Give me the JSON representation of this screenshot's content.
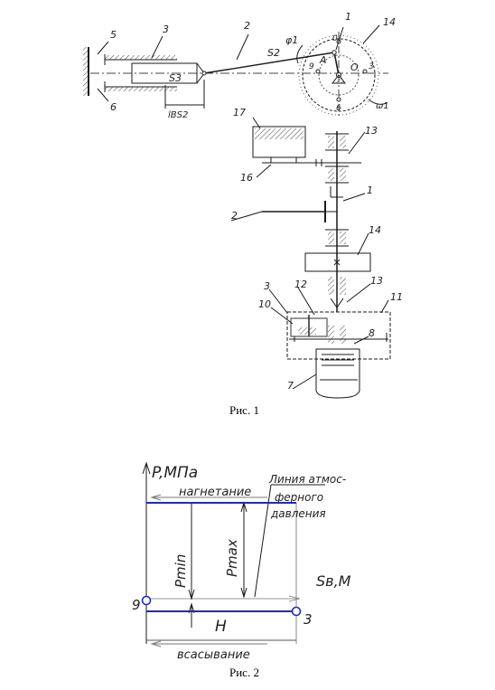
{
  "fig1": {
    "caption": "Рис. 1",
    "labels": {
      "n1": "1",
      "n2": "2",
      "n3": "3",
      "n5": "5",
      "n6": "6",
      "n14": "14",
      "s2": "S2",
      "phi1": "φ1",
      "s3": "S3",
      "lbs2": "lBS2",
      "A": "A",
      "O": "O",
      "omega": "ω1",
      "p9": "9",
      "p3": "3",
      "p6": "6",
      "p0": "0",
      "n17": "17",
      "n16": "16",
      "n13a": "13",
      "n1b": "1",
      "n2b": "2",
      "n14b": "14",
      "n3b": "3",
      "n12": "12",
      "n13b": "13",
      "n11": "11",
      "n10": "10",
      "n8": "8",
      "n7": "7"
    }
  },
  "fig2": {
    "caption": "Рис. 2",
    "labels": {
      "p_axis": "P,MПа",
      "s_axis": "Sв,M",
      "discharge": "нагнетание",
      "suction": "всасывание",
      "atm_line": [
        "Линия атмос-",
        "ферного",
        "давления"
      ],
      "pmin": "Pmin",
      "pmax": "Pmax",
      "h": "H",
      "pt9": "9",
      "pt3": "3"
    }
  },
  "colors": {
    "line": "#1a1a1a",
    "blue": "#1f2bb8",
    "gray": "#777777"
  }
}
